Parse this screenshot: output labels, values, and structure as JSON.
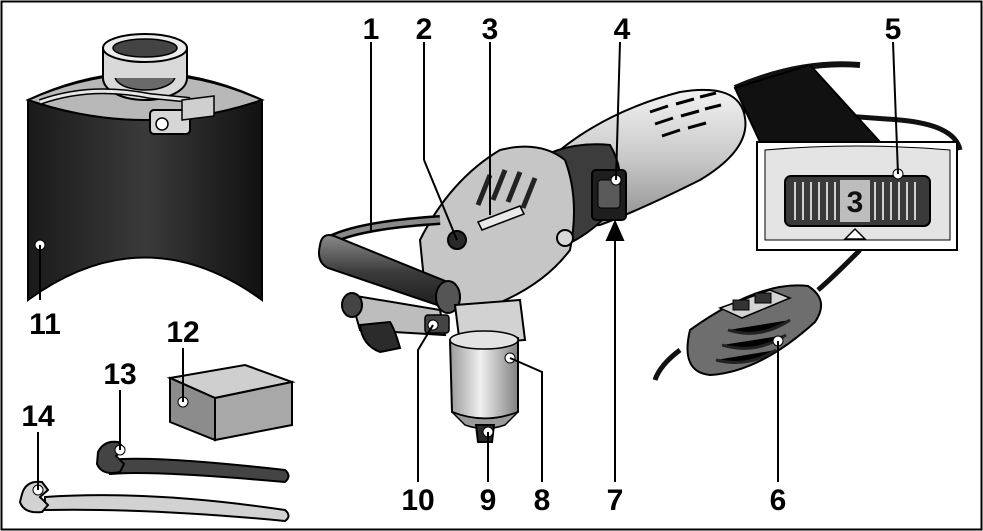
{
  "callouts": {
    "c1": "1",
    "c2": "2",
    "c3": "3",
    "c4": "4",
    "c5": "5",
    "c6": "6",
    "c7": "7",
    "c8": "8",
    "c9": "9",
    "c10": "10",
    "c11": "11",
    "c12": "12",
    "c13": "13",
    "c14": "14"
  },
  "dial": {
    "value": "3"
  },
  "colors": {
    "ink": "#000000",
    "tool_dark": "#3c3c3c",
    "tool_light": "#d4d4d4",
    "box": "#9a9a9a"
  }
}
